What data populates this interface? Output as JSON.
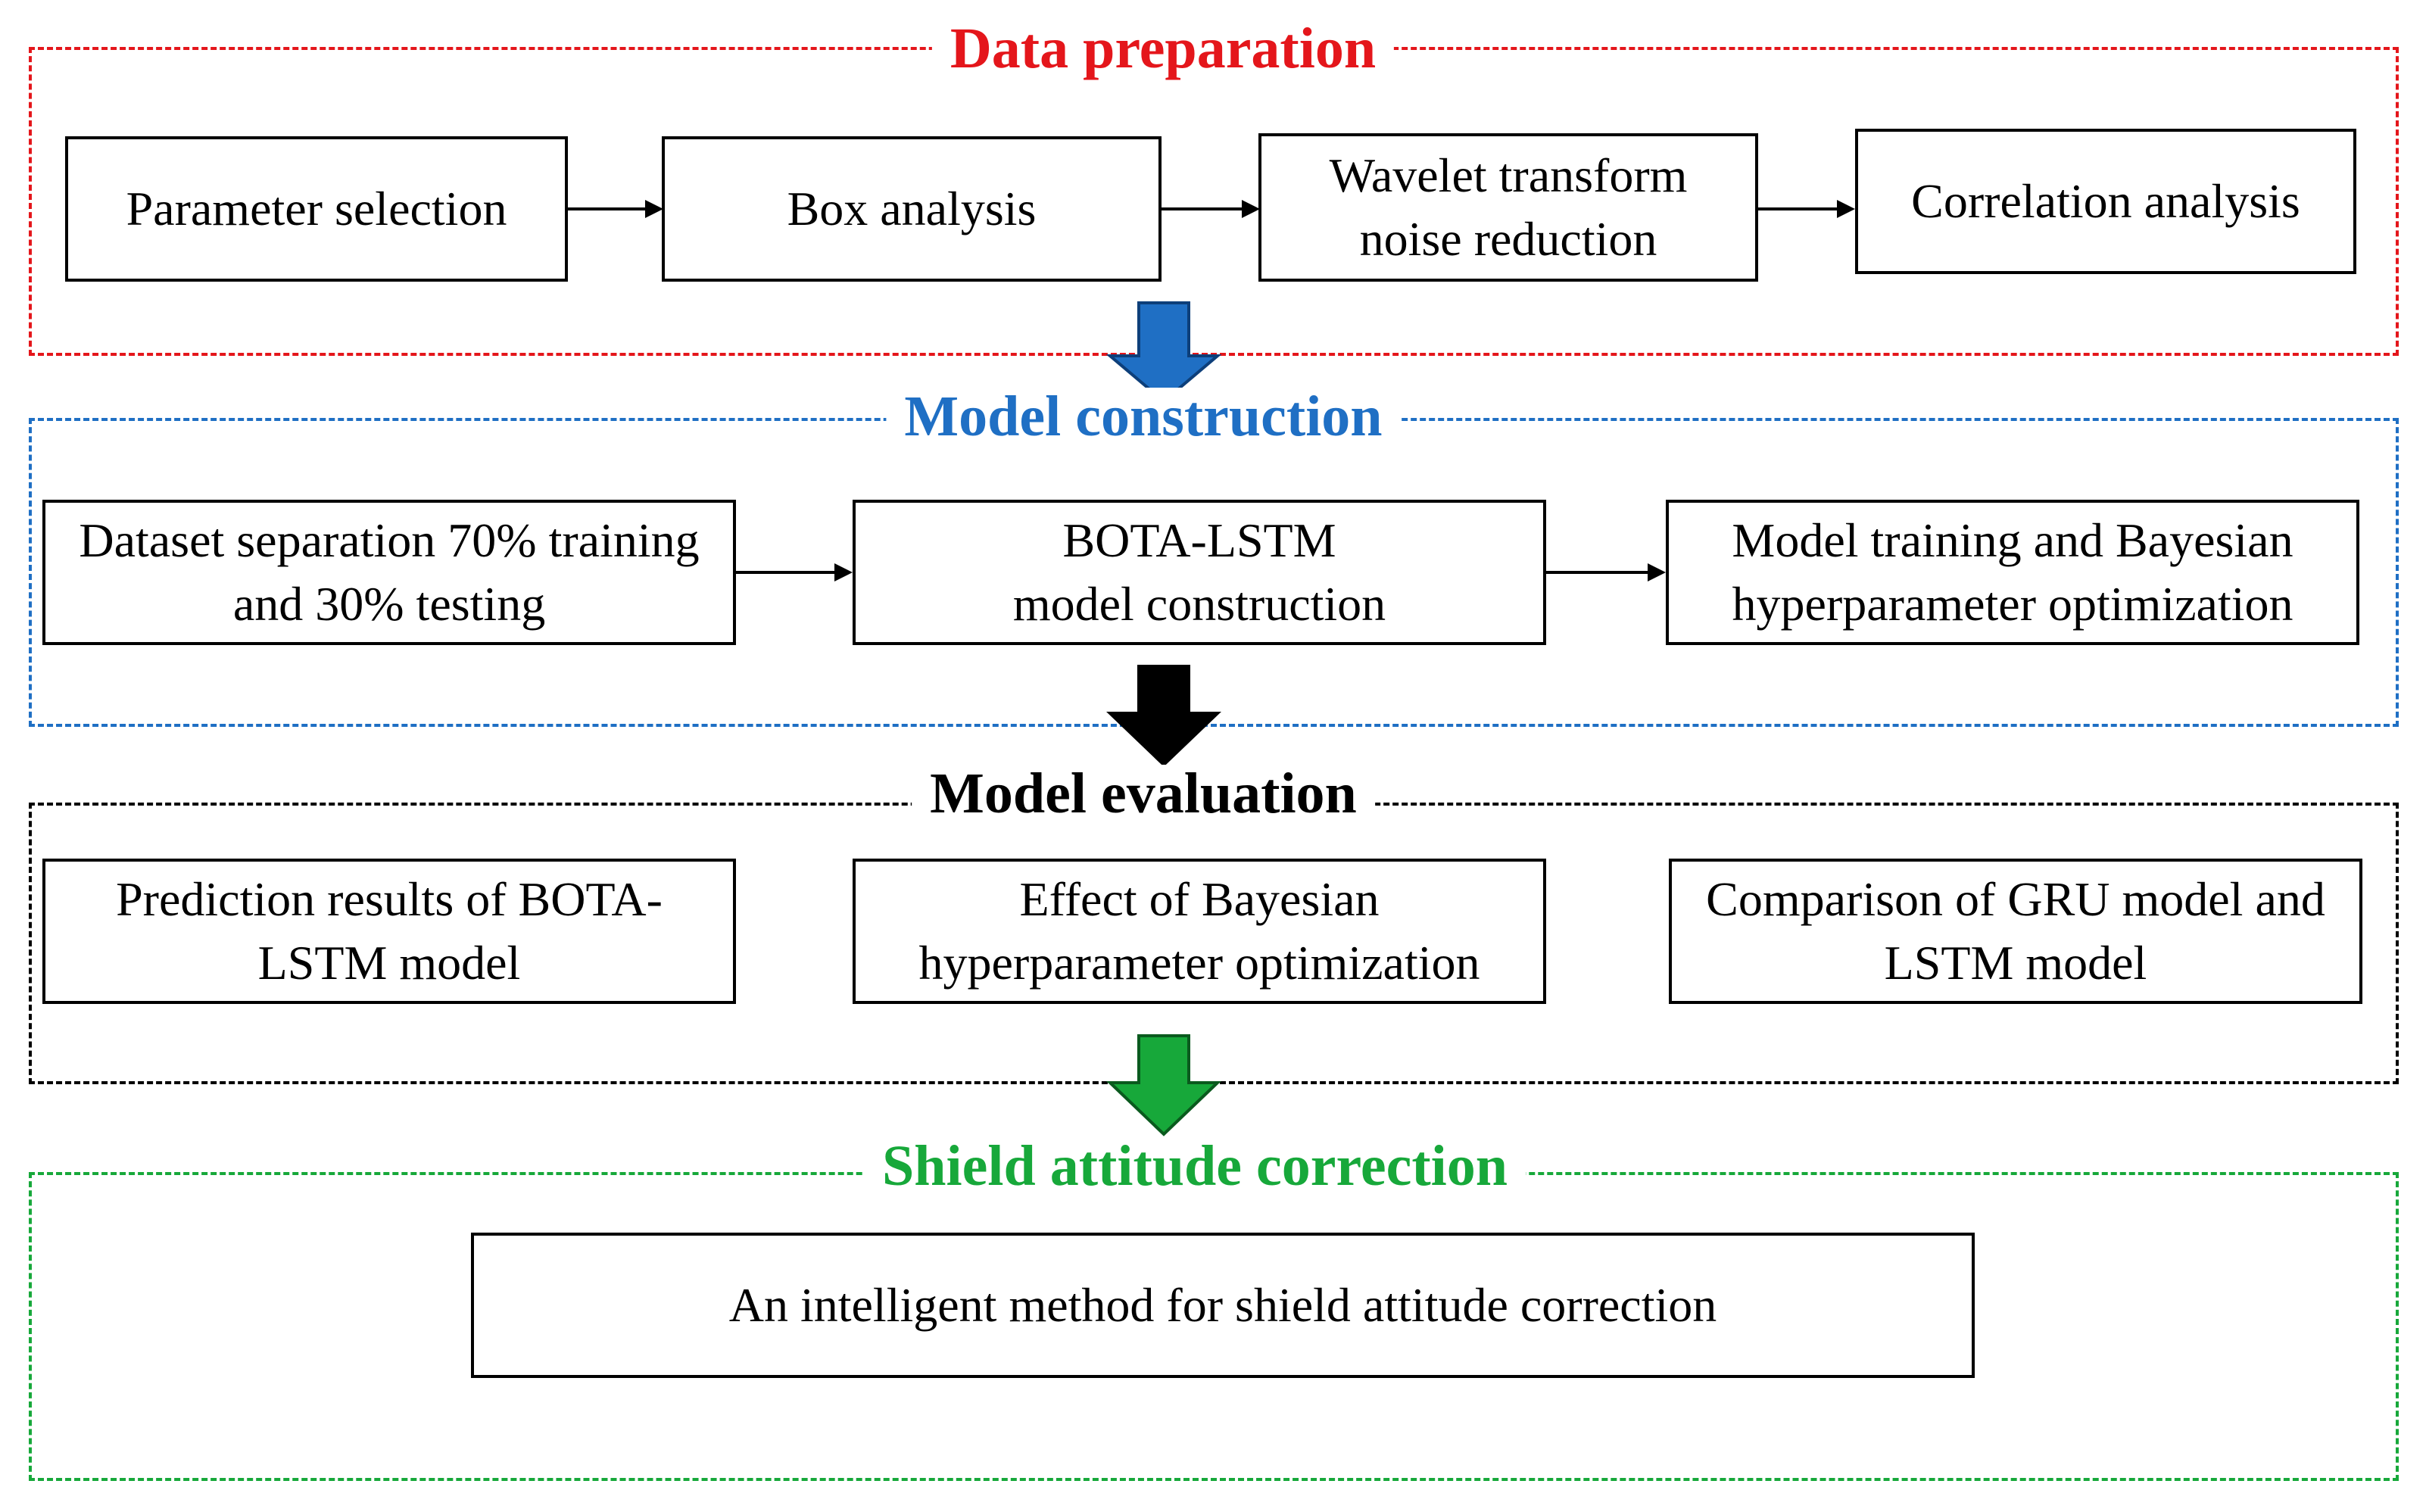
{
  "colors": {
    "data_preparation": "#e4161b",
    "model_construction": "#1f6fc4",
    "model_evaluation": "#000000",
    "shield_attitude_correction": "#17a83a",
    "arrow_blue": "#1f6fc4",
    "arrow_black": "#000000",
    "arrow_green": "#17a83a"
  },
  "sections": {
    "data_preparation": {
      "title": "Data preparation",
      "boxes": {
        "parameter_selection": "Parameter selection",
        "box_analysis": "Box analysis",
        "wavelet_transform": "Wavelet transform noise reduction",
        "correlation_analysis": "Correlation analysis"
      }
    },
    "model_construction": {
      "title": "Model construction",
      "boxes": {
        "dataset_separation": "Dataset separation 70% training and 30% testing",
        "bota_lstm_construction": "BOTA-LSTM model construction",
        "model_training": "Model training and Bayesian hyperparameter optimization"
      }
    },
    "model_evaluation": {
      "title": "Model evaluation",
      "boxes": {
        "prediction_results": "Prediction results of BOTA-LSTM model",
        "bayesian_effect": "Effect of Bayesian hyperparameter optimization",
        "gru_lstm_comparison": "Comparison of GRU model and LSTM model"
      }
    },
    "shield_attitude_correction": {
      "title": "Shield attitude correction",
      "boxes": {
        "intelligent_method": "An intelligent method for shield attitude correction"
      }
    }
  }
}
